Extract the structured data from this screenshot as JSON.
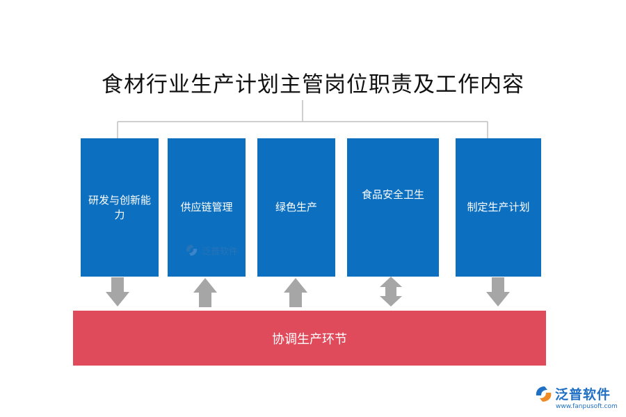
{
  "title": "食材行业生产计划主管岗位职责及工作内容",
  "boxes": [
    {
      "label": "研发与创新能力",
      "arrow": "down"
    },
    {
      "label": "供应链管理",
      "arrow": "up"
    },
    {
      "label": "绿色生产",
      "arrow": "up"
    },
    {
      "label": "食品安全卫生",
      "arrow": "both"
    },
    {
      "label": "制定生产计划",
      "arrow": "down"
    }
  ],
  "bottom_bar": {
    "label": "协调生产环节"
  },
  "watermark": {
    "text": "泛普软件"
  },
  "logo": {
    "name": "泛普软件",
    "url": "www.fanpusoft.com"
  },
  "colors": {
    "box": "#0c6fc0",
    "bar": "#e04b5c",
    "arrow": "#a6a6a6",
    "connector": "#bfbfbf",
    "logo": "#1f6fc4"
  }
}
